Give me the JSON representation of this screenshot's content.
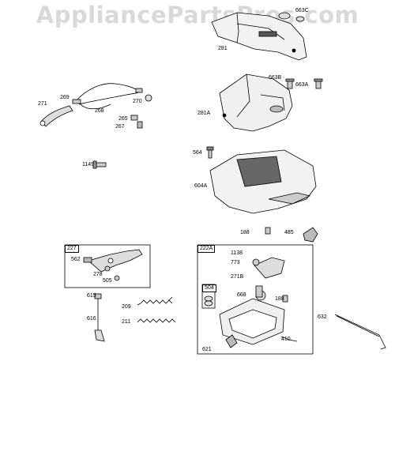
{
  "watermark": "AppliancePartsPros.com",
  "labels": {
    "p663c": "663C",
    "p281": "281",
    "p663b": "663B",
    "p663a": "663A",
    "p281a": "281A",
    "p269": "269",
    "p271": "271",
    "p268": "268",
    "p270": "270",
    "p265": "265",
    "p267": "267",
    "p564": "564",
    "p1149": "1149",
    "p604a": "604A",
    "p188a": "188",
    "p485": "485",
    "p562": "562",
    "p278": "278",
    "p505": "505",
    "p615": "615",
    "p616": "616",
    "p209": "209",
    "p211": "211",
    "p1138": "1138",
    "p773": "773",
    "p271b": "271B",
    "p668": "668",
    "p188b": "188",
    "p410": "410",
    "p621": "621",
    "p632": "632"
  },
  "boxes": {
    "b227": "227",
    "b222a": "222A",
    "b504": "504"
  }
}
